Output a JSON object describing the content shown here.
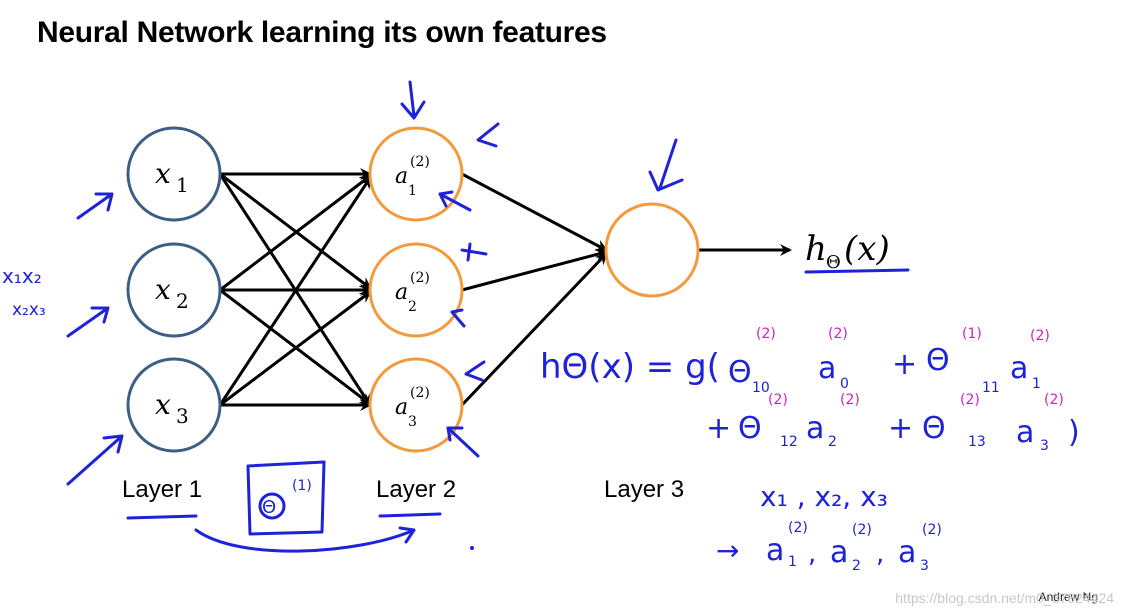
{
  "title": "Neural Network learning its own features",
  "layers": [
    {
      "label": "Layer 1",
      "nodes": [
        {
          "var": "x",
          "sub": "1"
        },
        {
          "var": "x",
          "sub": "2"
        },
        {
          "var": "x",
          "sub": "3"
        }
      ]
    },
    {
      "label": "Layer 2",
      "nodes": [
        {
          "var": "a",
          "sub": "1",
          "sup": "(2)"
        },
        {
          "var": "a",
          "sub": "2",
          "sup": "(2)"
        },
        {
          "var": "a",
          "sub": "3",
          "sup": "(2)"
        }
      ]
    },
    {
      "label": "Layer 3"
    }
  ],
  "output": {
    "h": "h",
    "sub": "Θ",
    "arg": "(x)"
  },
  "annotations": {
    "left_top": "x₁x₂",
    "left_bottom": "x₂x₃",
    "box_theta": "Θ",
    "box_theta_sup": "(1)",
    "formula_line1_prefix": "hΘ(x) = g(",
    "formula_line1_terms": [
      {
        "theta": "Θ",
        "sub": "10",
        "sup": "(2)",
        "a": "a",
        "a_sub": "0",
        "a_sup": "(2)"
      },
      {
        "theta": "Θ",
        "sub": "11",
        "sup": "(1)",
        "a": "a",
        "a_sub": "1",
        "a_sup": "(2)"
      }
    ],
    "formula_line2_terms": [
      {
        "theta": "Θ",
        "sub": "12",
        "sup": "(2)",
        "a": "a",
        "a_sub": "2",
        "a_sup": "(2)"
      },
      {
        "theta": "Θ",
        "sub": "13",
        "sup": "(2)",
        "a": "a",
        "a_sub": "3",
        "a_sup": "(2)"
      }
    ],
    "plus": "+",
    "close": ")",
    "inputs_line": "x₁ , x₂, x₃",
    "arrow_line_prefix": "→",
    "activations_line": [
      {
        "a": "a",
        "sub": "1",
        "sup": "(2)"
      },
      {
        "a": "a",
        "sub": "2",
        "sup": "(2)"
      },
      {
        "a": "a",
        "sub": "3",
        "sup": "(2)"
      }
    ],
    "comma": ","
  },
  "credit": "Andrew Ng",
  "watermark": "https://blog.csdn.net/m0_37624424",
  "colors": {
    "input_node": "#3c5f86",
    "hidden_node": "#f39a3d",
    "edge": "#000000",
    "ink_blue": "#1e22d8",
    "ink_pink": "#d81ec0"
  }
}
